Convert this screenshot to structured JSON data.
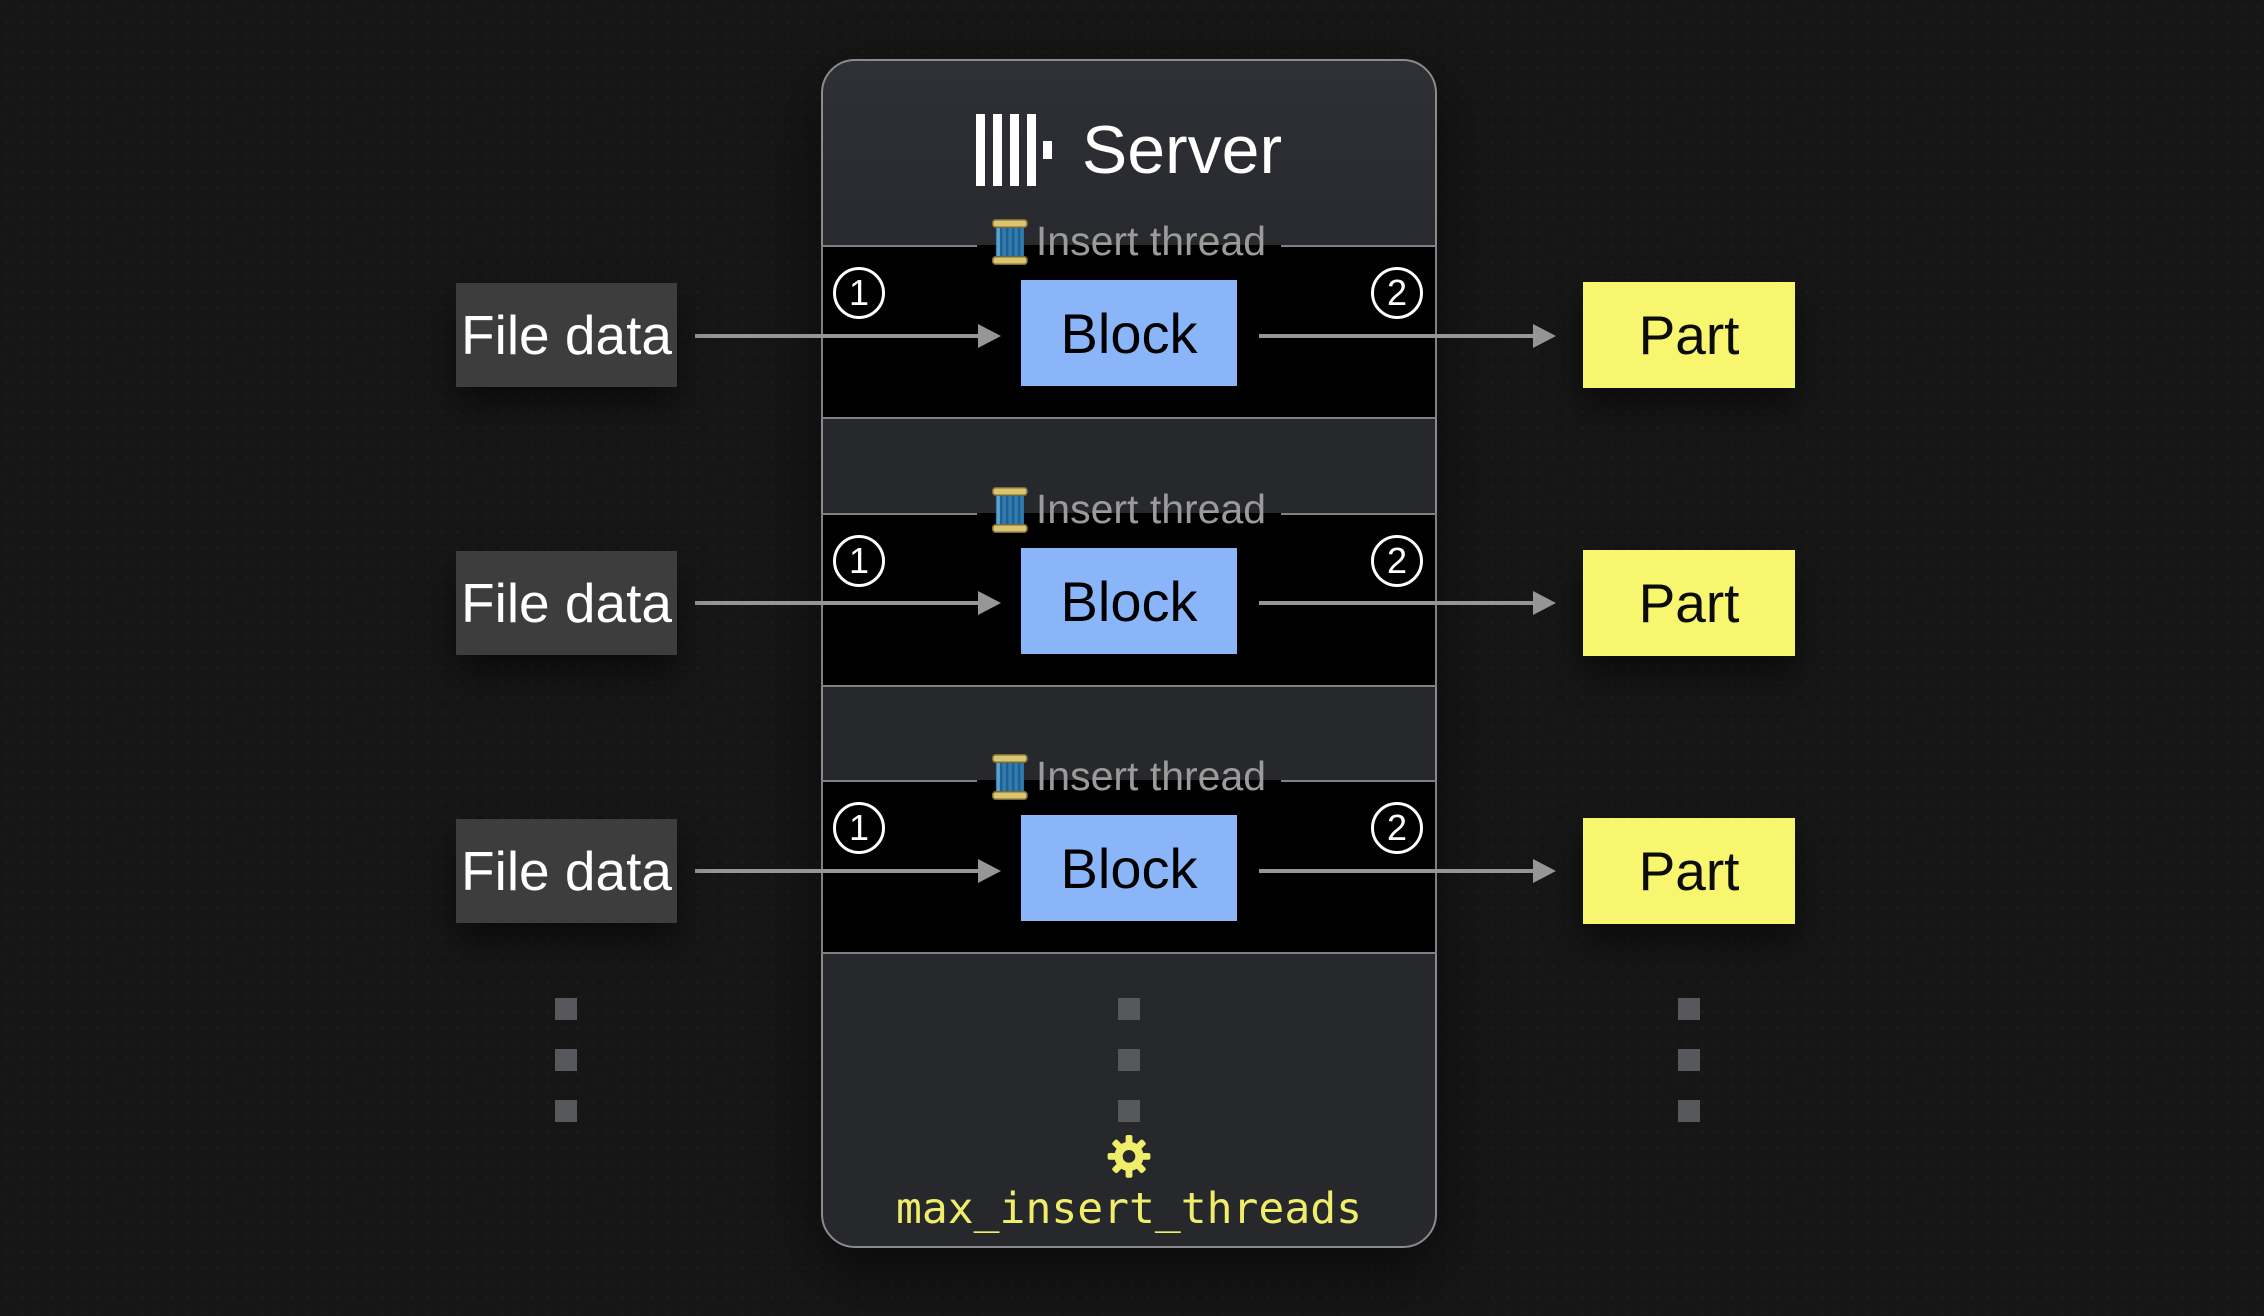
{
  "colors": {
    "background": "#161616",
    "panel_bg": "#2a2c31",
    "panel_border": "#8b8b8d",
    "section_bg": "#000000",
    "section_border": "#7f8084",
    "block_fill": "#8ab5f8",
    "file_fill": "#3d3d3d",
    "part_fill": "#f7f66e",
    "arrow": "#969696",
    "accent_yellow": "#f0ed6b",
    "legend_text": "#9b9b9b",
    "dot": "#56585c"
  },
  "server": {
    "title": "Server",
    "logo_icon": "clickhouse-bars-logo",
    "setting": {
      "icon": "gear-icon",
      "label": "max_insert_threads"
    },
    "threads": [
      {
        "icon": "thread-spool-icon",
        "legend": "Insert thread",
        "input_step": "1",
        "block_label": "Block",
        "output_step": "2"
      },
      {
        "icon": "thread-spool-icon",
        "legend": "Insert thread",
        "input_step": "1",
        "block_label": "Block",
        "output_step": "2"
      },
      {
        "icon": "thread-spool-icon",
        "legend": "Insert thread",
        "input_step": "1",
        "block_label": "Block",
        "output_step": "2"
      }
    ]
  },
  "inputs": [
    {
      "label": "File data"
    },
    {
      "label": "File data"
    },
    {
      "label": "File data"
    }
  ],
  "outputs": [
    {
      "label": "Part"
    },
    {
      "label": "Part"
    },
    {
      "label": "Part"
    }
  ]
}
